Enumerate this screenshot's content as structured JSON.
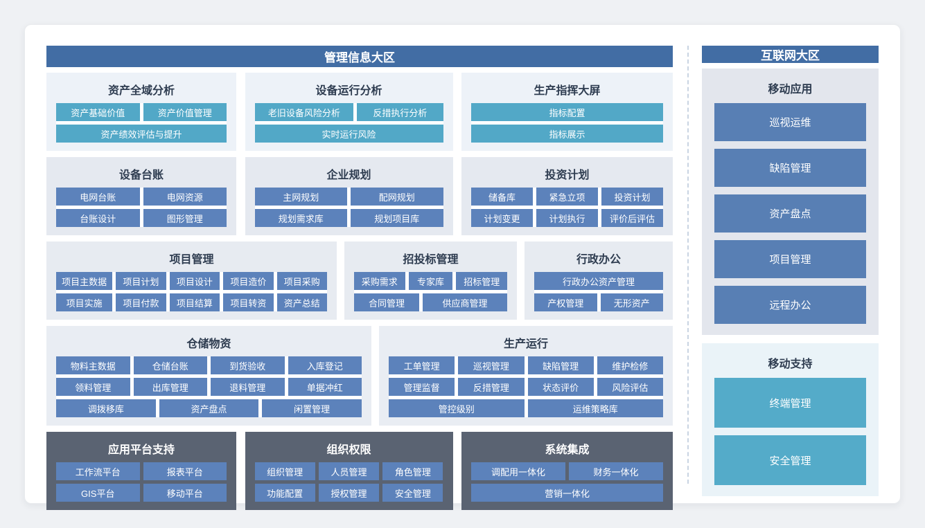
{
  "colors": {
    "header_blue": "#426da4",
    "module_button_blue": "#5c82bb",
    "module_button_teal": "#52a8c7",
    "dark_panel": "#5a6372",
    "right_button_blue": "#587fb4",
    "right_button_teal": "#54abc9"
  },
  "left": {
    "title": "管理信息大区",
    "panels": [
      {
        "title": "资产全域分析",
        "rows": [
          [
            "资产基础价值",
            "资产价值管理"
          ],
          [
            "资产绩效评估与提升"
          ]
        ]
      },
      {
        "title": "设备运行分析",
        "rows": [
          [
            "老旧设备风险分析",
            "反措执行分析"
          ],
          [
            "实时运行风险"
          ]
        ]
      },
      {
        "title": "生产指挥大屏",
        "rows": [
          [
            "指标配置"
          ],
          [
            "指标展示"
          ]
        ]
      },
      {
        "title": "设备台账",
        "rows": [
          [
            "电网台账",
            "电网资源"
          ],
          [
            "台账设计",
            "图形管理"
          ]
        ]
      },
      {
        "title": "企业规划",
        "rows": [
          [
            "主网规划",
            "配网规划"
          ],
          [
            "规划需求库",
            "规划项目库"
          ]
        ]
      },
      {
        "title": "投资计划",
        "rows": [
          [
            "储备库",
            "紧急立项",
            "投资计划"
          ],
          [
            "计划变更",
            "计划执行",
            "评价后评估"
          ]
        ]
      },
      {
        "title": "项目管理",
        "rows": [
          [
            "项目主数据",
            "项目计划",
            "项目设计",
            "项目造价",
            "项目采购"
          ],
          [
            "项目实施",
            "项目付款",
            "项目结算",
            "项目转资",
            "资产总结"
          ]
        ]
      },
      {
        "title": "招投标管理",
        "rows": [
          [
            "采购需求",
            "专家库",
            "招标管理"
          ],
          [
            "合同管理",
            "供应商管理"
          ]
        ]
      },
      {
        "title": "行政办公",
        "rows": [
          [
            "行政办公资产管理"
          ],
          [
            "产权管理",
            "无形资产"
          ]
        ]
      },
      {
        "title": "仓储物资",
        "rows": [
          [
            "物料主数据",
            "仓储台账",
            "到货验收",
            "入库登记"
          ],
          [
            "领料管理",
            "出库管理",
            "退料管理",
            "单据冲红"
          ],
          [
            "调拨移库",
            "资产盘点",
            "闲置管理"
          ]
        ]
      },
      {
        "title": "生产运行",
        "rows": [
          [
            "工单管理",
            "巡视管理",
            "缺陷管理",
            "维护检修"
          ],
          [
            "管理监督",
            "反措管理",
            "状态评价",
            "风险评估"
          ],
          [
            "管控级别",
            "运维策略库"
          ]
        ]
      },
      {
        "title": "应用平台支持",
        "rows": [
          [
            "工作流平台",
            "报表平台"
          ],
          [
            "GIS平台",
            "移动平台"
          ]
        ]
      },
      {
        "title": "组织权限",
        "rows": [
          [
            "组织管理",
            "人员管理",
            "角色管理"
          ],
          [
            "功能配置",
            "授权管理",
            "安全管理"
          ]
        ]
      },
      {
        "title": "系统集成",
        "rows": [
          [
            "调配用一体化",
            "财务一体化"
          ],
          [
            "营销一体化"
          ]
        ]
      }
    ]
  },
  "right": {
    "title": "互联网大区",
    "panels": [
      {
        "title": "移动应用",
        "buttons": [
          "巡视运维",
          "缺陷管理",
          "资产盘点",
          "项目管理",
          "远程办公"
        ]
      },
      {
        "title": "移动支持",
        "buttons": [
          "终端管理",
          "安全管理"
        ]
      }
    ]
  }
}
